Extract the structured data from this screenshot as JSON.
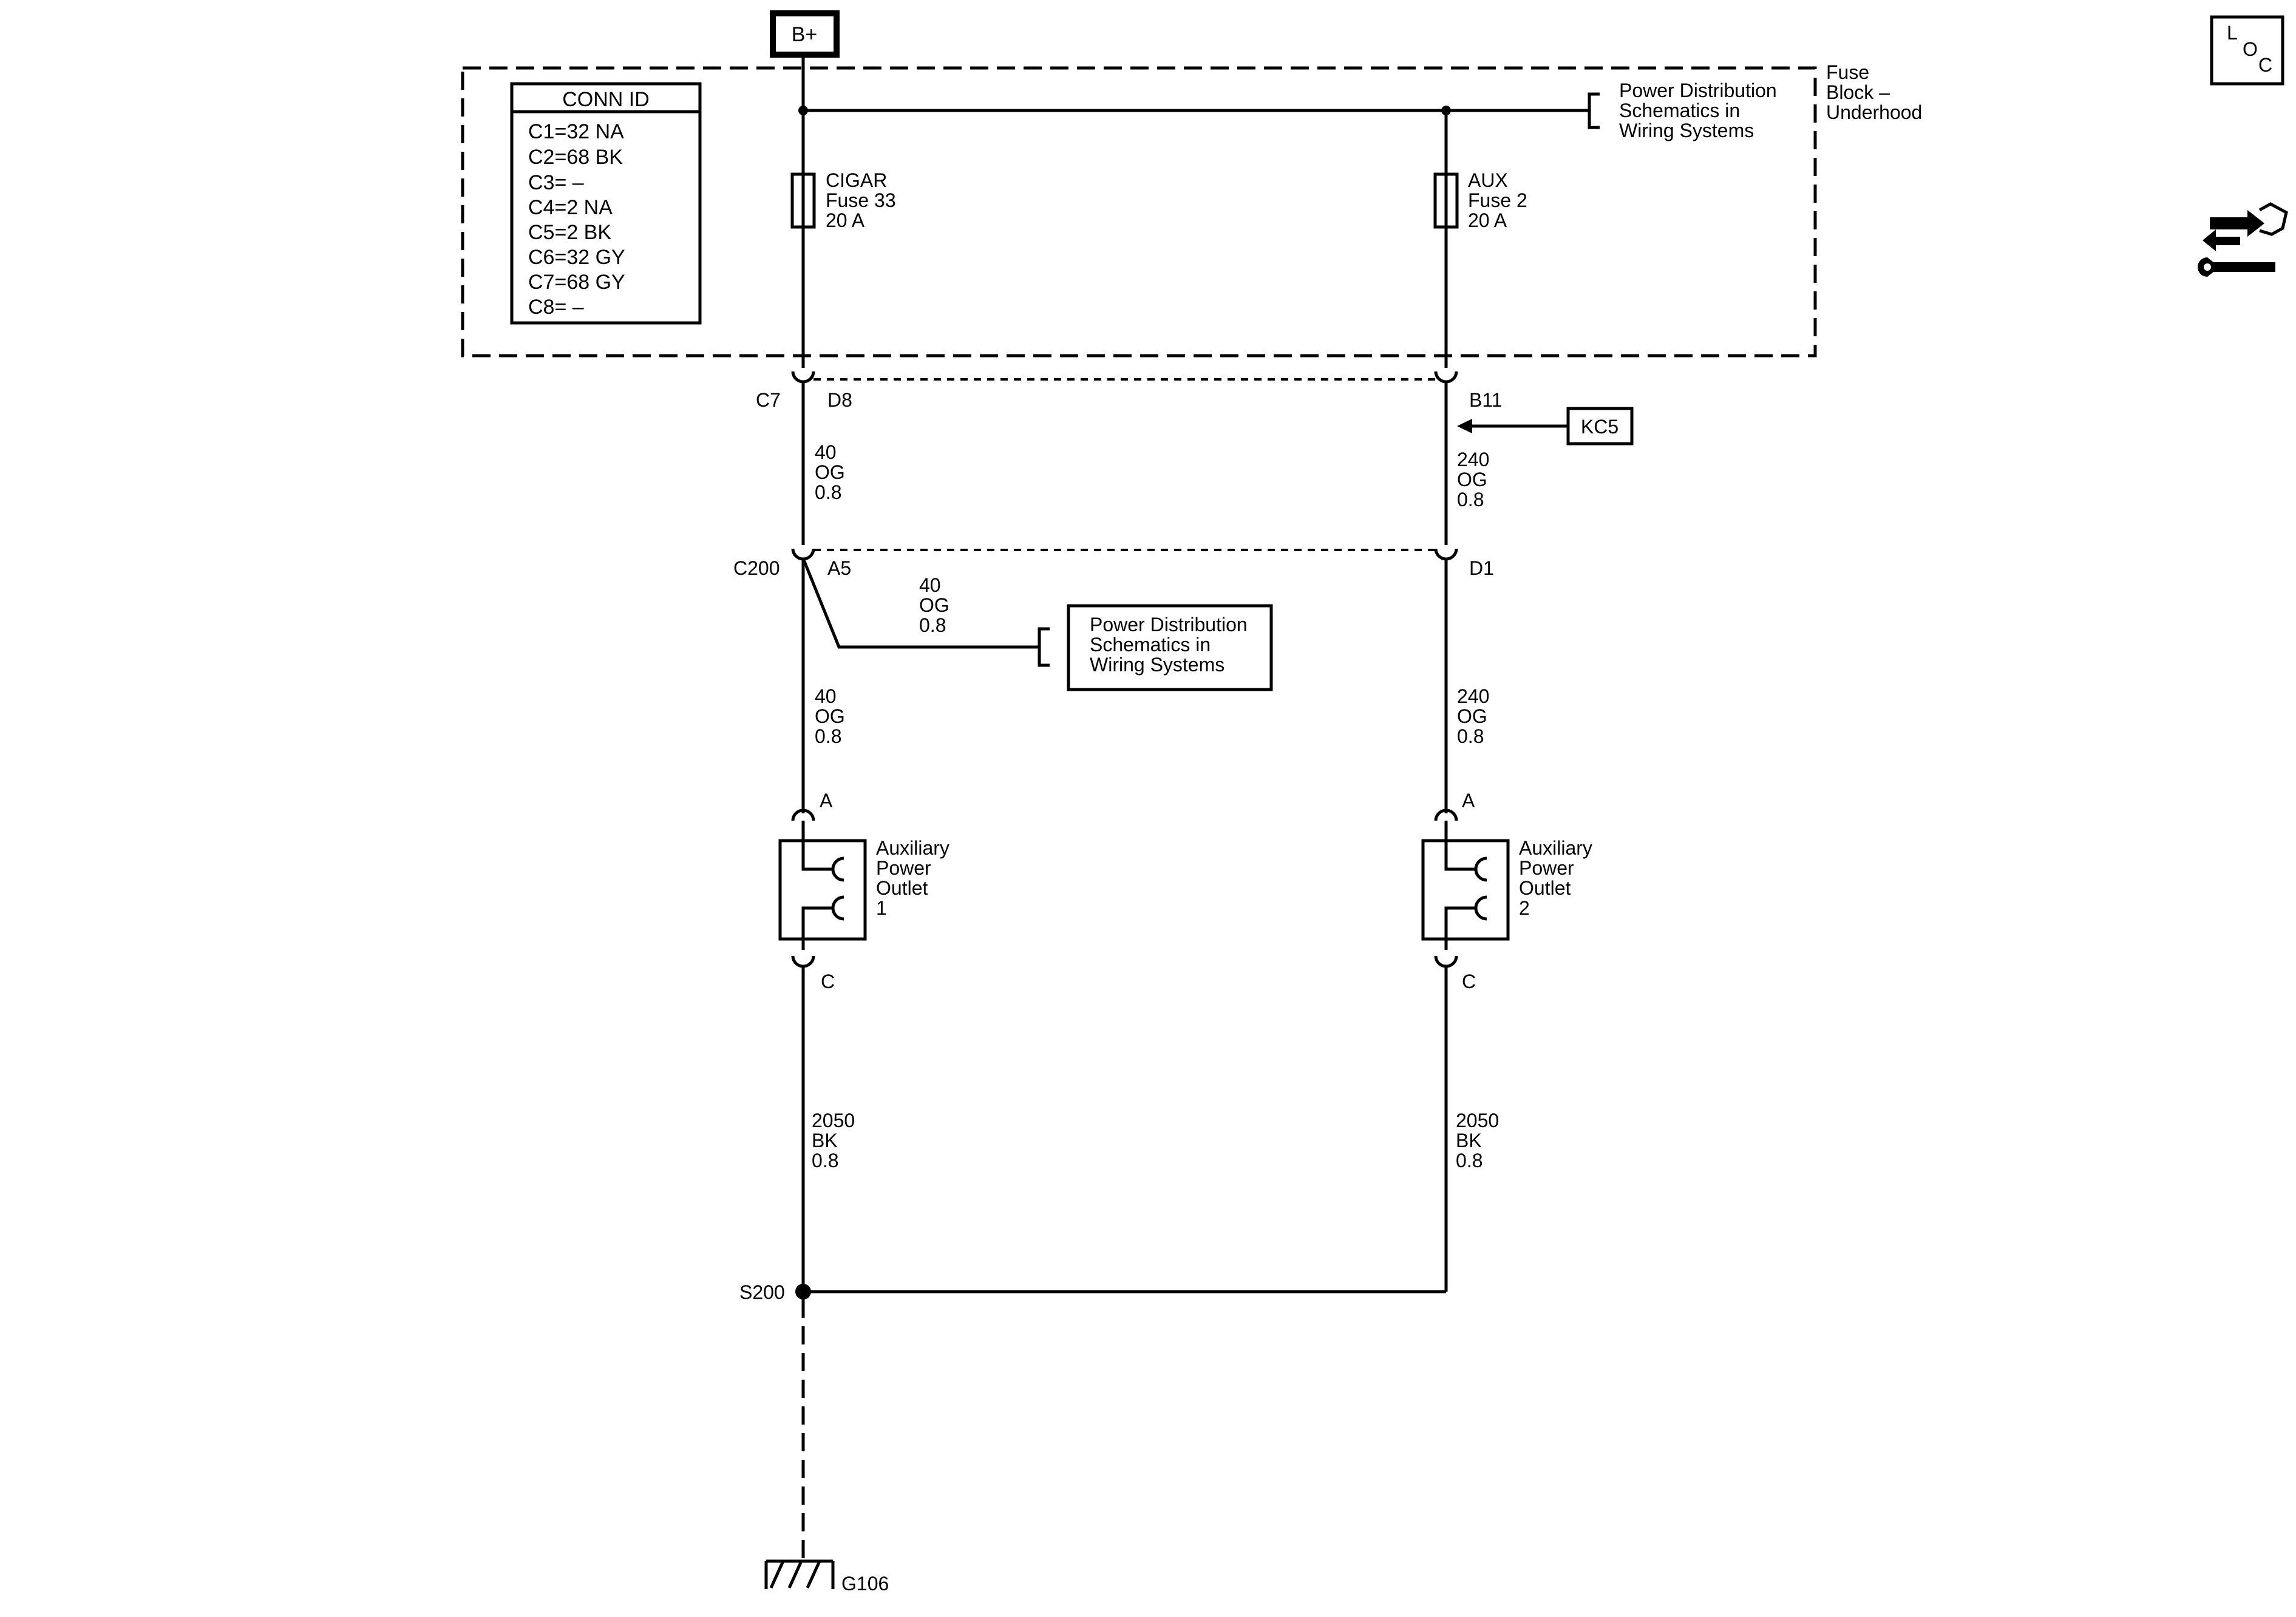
{
  "battery": {
    "label": "B+"
  },
  "conn_id": {
    "title": "CONN ID",
    "lines": [
      "C1=32 NA",
      "C2=68 BK",
      "C3= –",
      "C4=2 NA",
      "C5=2 BK",
      "C6=32 GY",
      "C7=68 GY",
      "C8= –"
    ]
  },
  "fuse_block": {
    "lines": [
      "Fuse",
      "Block –",
      "Underhood"
    ]
  },
  "power_dist_top": {
    "lines": [
      "Power Distribution",
      "Schematics in",
      "Wiring Systems"
    ]
  },
  "power_dist_mid": {
    "lines": [
      "Power Distribution",
      "Schematics in",
      "Wiring Systems"
    ]
  },
  "fuse_cigar": {
    "lines": [
      "CIGAR",
      "Fuse 33",
      "20 A"
    ]
  },
  "fuse_aux": {
    "lines": [
      "AUX",
      "Fuse 2",
      "20 A"
    ]
  },
  "connectors": {
    "c7": "C7",
    "d8": "D8",
    "b11": "B11",
    "c200": "C200",
    "a5": "A5",
    "d1": "D1",
    "a_left": "A",
    "a_right": "A",
    "c_left": "C",
    "c_right": "C"
  },
  "option": {
    "label": "KC5"
  },
  "wires": {
    "left_upper": [
      "40",
      "OG",
      "0.8"
    ],
    "right_upper": [
      "240",
      "OG",
      "0.8"
    ],
    "branch": [
      "40",
      "OG",
      "0.8"
    ],
    "left_mid": [
      "40",
      "OG",
      "0.8"
    ],
    "right_mid": [
      "240",
      "OG",
      "0.8"
    ],
    "left_ground": [
      "2050",
      "BK",
      "0.8"
    ],
    "right_ground": [
      "2050",
      "BK",
      "0.8"
    ]
  },
  "outlet_1": {
    "lines": [
      "Auxiliary",
      "Power",
      "Outlet",
      "1"
    ]
  },
  "outlet_2": {
    "lines": [
      "Auxiliary",
      "Power",
      "Outlet",
      "2"
    ]
  },
  "splice": {
    "label": "S200"
  },
  "ground": {
    "label": "G106"
  },
  "loc_icon": {
    "letters": [
      "L",
      "O",
      "C"
    ]
  },
  "icons": {
    "loc": "loc-icon",
    "service": "service-arrows-wrench-icon",
    "ground": "ground-symbol-icon"
  }
}
